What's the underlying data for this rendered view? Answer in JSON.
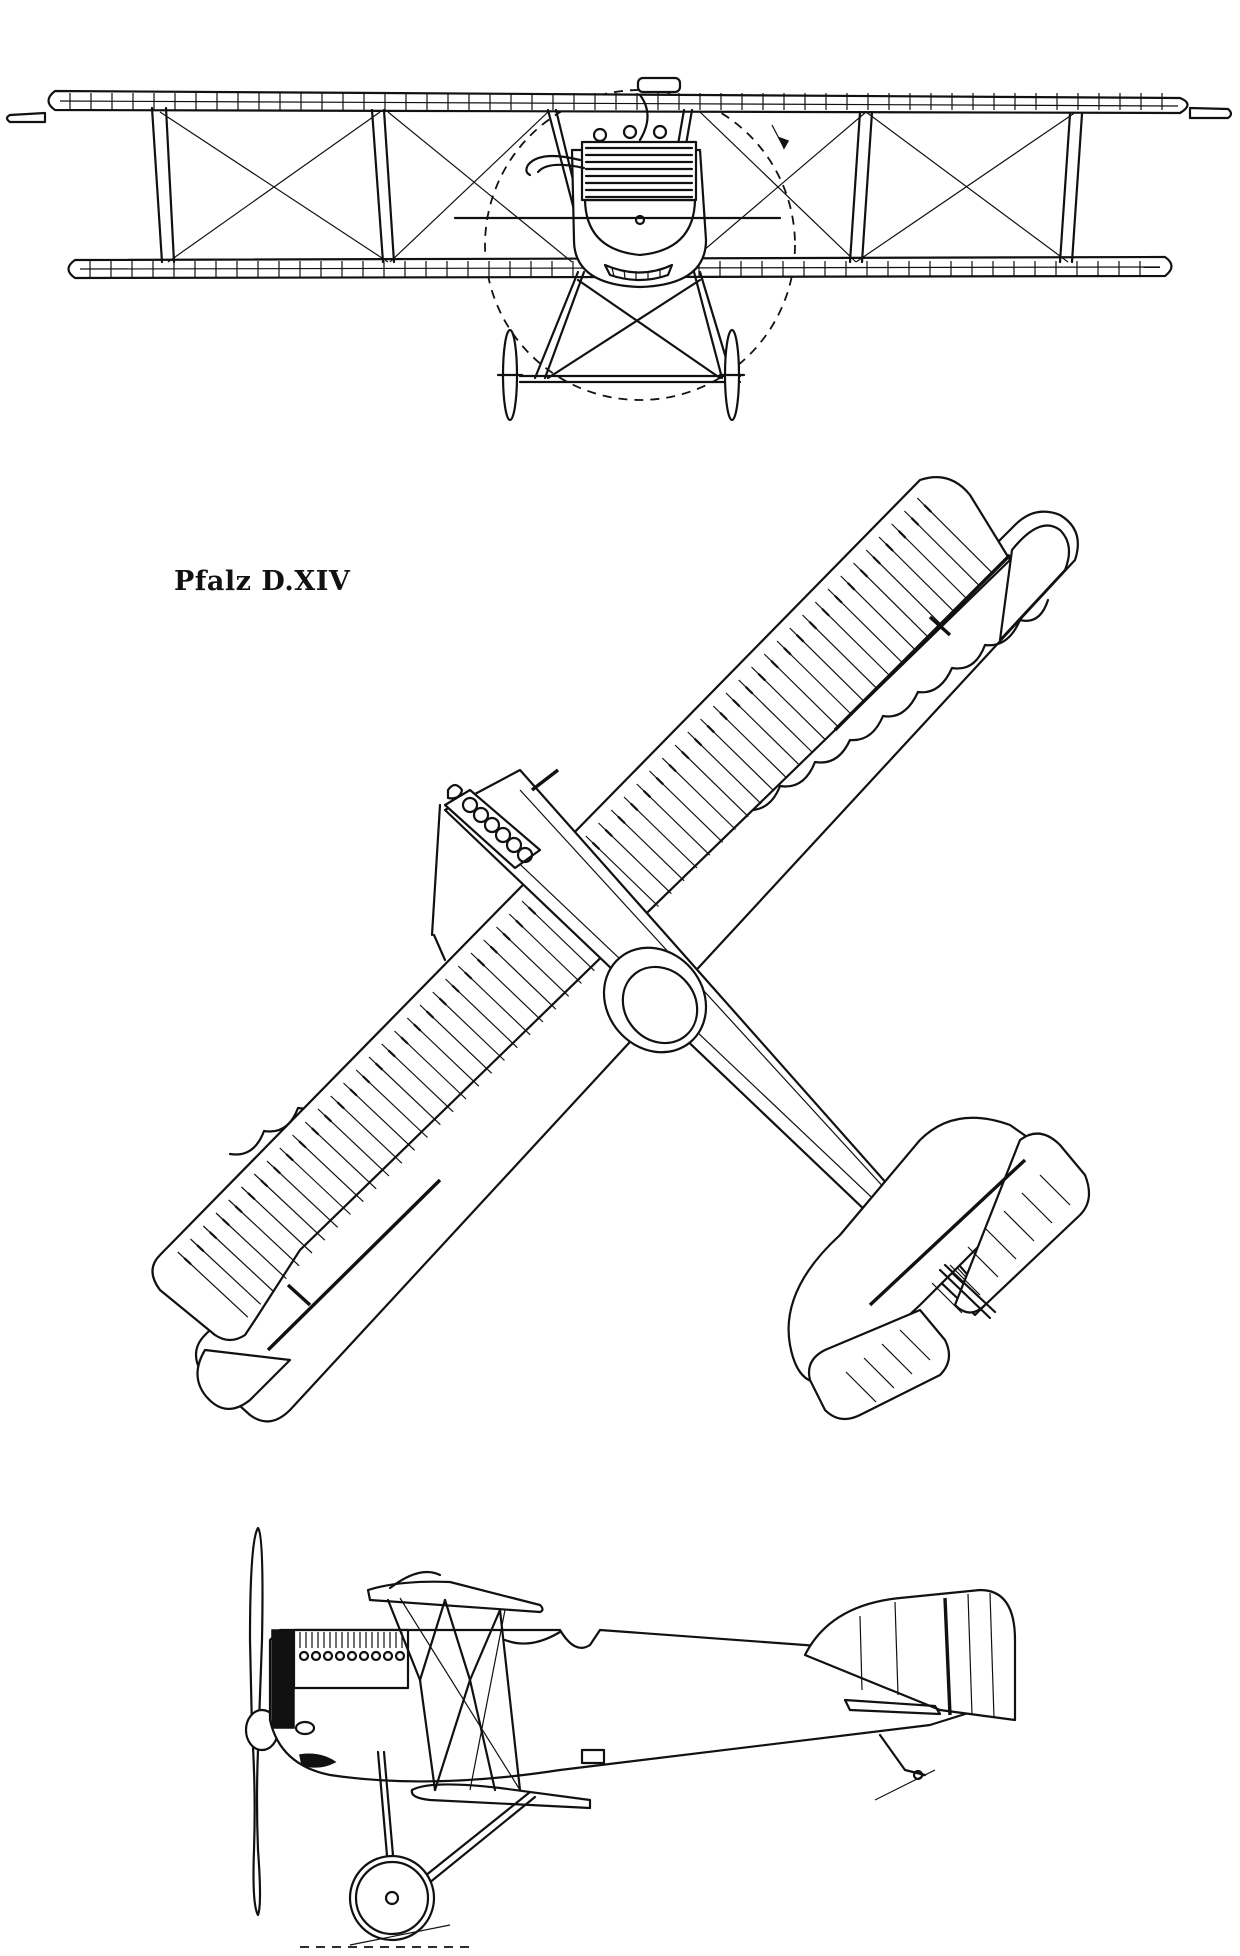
{
  "diagram": {
    "title": "Pfalz D.XIV",
    "views": [
      "front-view",
      "plan-view",
      "side-view"
    ],
    "colors": {
      "ink": "#111111",
      "paper": "#ffffff"
    }
  }
}
